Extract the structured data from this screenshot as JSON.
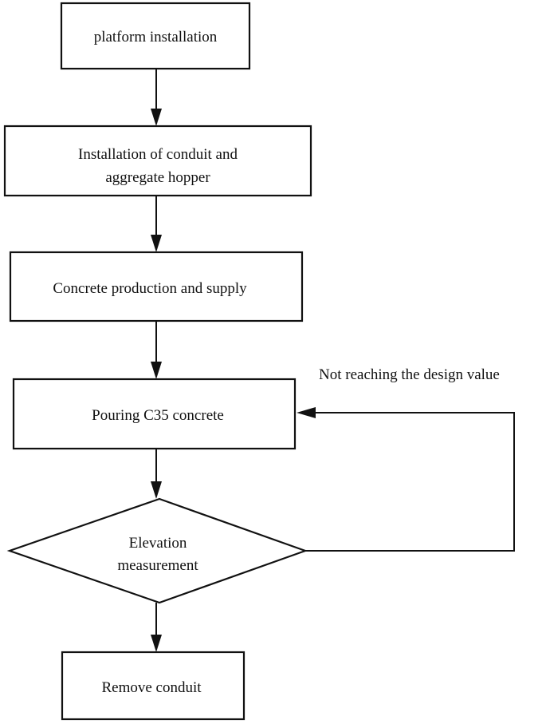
{
  "diagram": {
    "nodes": [
      {
        "id": "platform",
        "shape": "rect",
        "lines": [
          "platform installation"
        ]
      },
      {
        "id": "conduit_install",
        "shape": "rect",
        "lines": [
          "Installation of conduit and",
          "aggregate hopper"
        ]
      },
      {
        "id": "concrete_supply",
        "shape": "rect",
        "lines": [
          "Concrete production and supply"
        ]
      },
      {
        "id": "pouring",
        "shape": "rect",
        "lines": [
          "Pouring C35 concrete"
        ]
      },
      {
        "id": "elevation",
        "shape": "diamond",
        "lines": [
          "Elevation",
          "measurement"
        ]
      },
      {
        "id": "remove",
        "shape": "rect",
        "lines": [
          "Remove conduit"
        ]
      }
    ],
    "edges": [
      {
        "from": "platform",
        "to": "conduit_install",
        "label": ""
      },
      {
        "from": "conduit_install",
        "to": "concrete_supply",
        "label": ""
      },
      {
        "from": "concrete_supply",
        "to": "pouring",
        "label": ""
      },
      {
        "from": "pouring",
        "to": "elevation",
        "label": ""
      },
      {
        "from": "elevation",
        "to": "remove",
        "label": ""
      },
      {
        "from": "elevation",
        "to": "pouring",
        "label": "Not reaching the design value"
      }
    ]
  },
  "colors": {
    "stroke": "#111111",
    "fill": "#ffffff",
    "text": "#111111"
  }
}
